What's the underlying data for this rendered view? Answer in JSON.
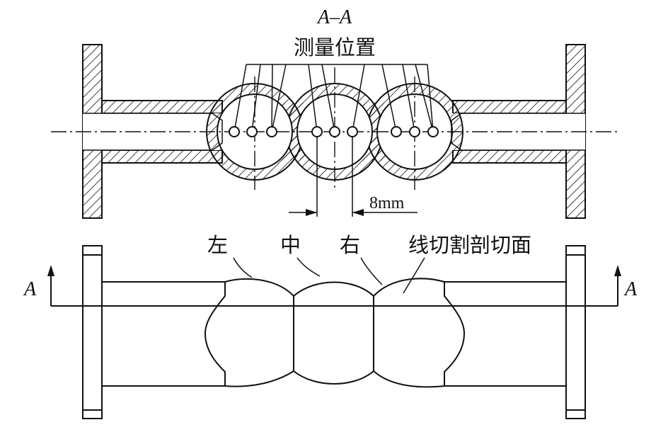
{
  "section_title": "A–A",
  "measure_title": "测量位置",
  "dimension": "8mm",
  "labels": {
    "left": "左",
    "middle": "中",
    "right": "右",
    "cut_face": "线切割剖切面"
  },
  "section_marks": {
    "left": "A",
    "right": "A"
  }
}
